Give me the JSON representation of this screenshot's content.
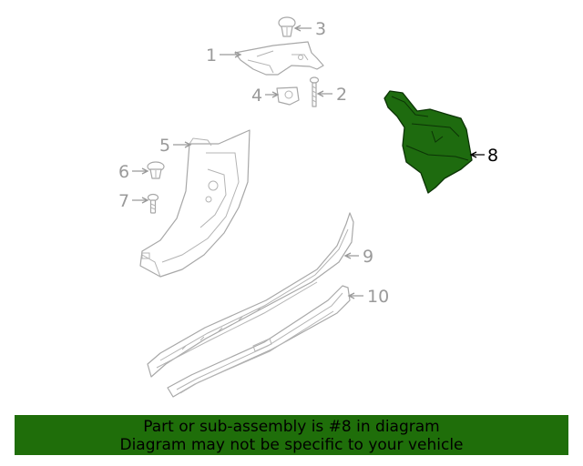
{
  "diagram": {
    "callouts": [
      {
        "number": "1",
        "highlighted": false
      },
      {
        "number": "2",
        "highlighted": false
      },
      {
        "number": "3",
        "highlighted": false
      },
      {
        "number": "4",
        "highlighted": false
      },
      {
        "number": "5",
        "highlighted": false
      },
      {
        "number": "6",
        "highlighted": false
      },
      {
        "number": "7",
        "highlighted": false
      },
      {
        "number": "8",
        "highlighted": true
      },
      {
        "number": "9",
        "highlighted": false
      },
      {
        "number": "10",
        "highlighted": false
      }
    ],
    "highlight_color": "#1e6b0f",
    "line_color": "#a8a8a8"
  },
  "banner": {
    "line1": "Part or sub-assembly is #8 in diagram",
    "line2": "Diagram may not be specific to your vehicle",
    "background": "#1f6e0a"
  }
}
